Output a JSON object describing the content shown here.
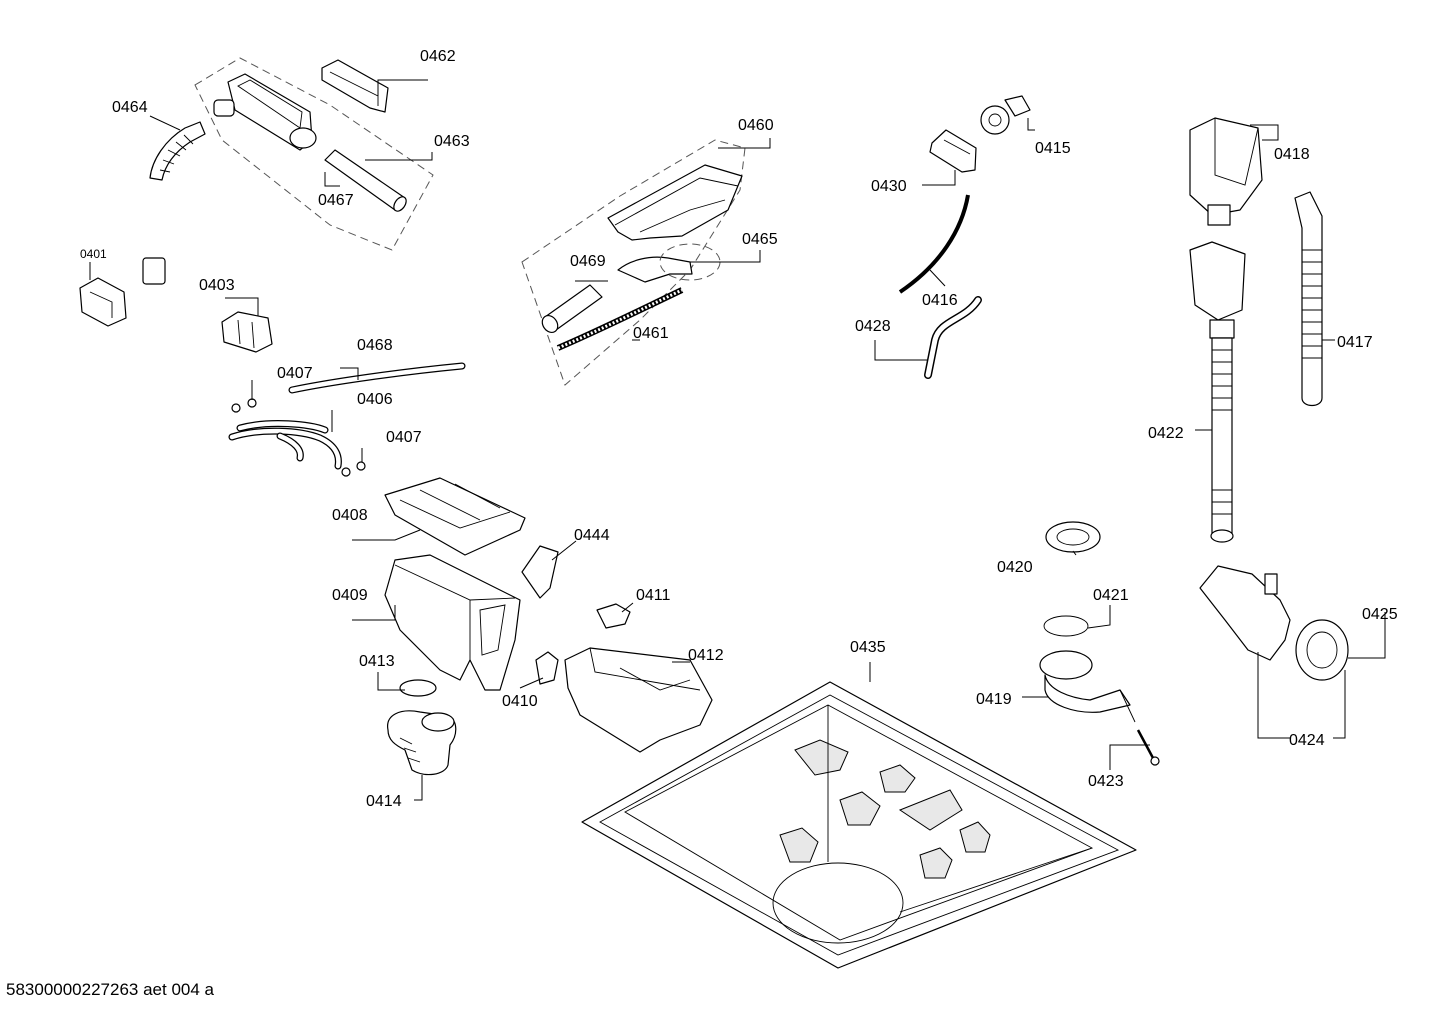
{
  "document_id": "58300000227263 aet 004 a",
  "callouts": {
    "c0401": "0401",
    "c0403": "0403",
    "c0406": "0406",
    "c0407a": "0407",
    "c0407b": "0407",
    "c0408": "0408",
    "c0409": "0409",
    "c0410": "0410",
    "c0411": "0411",
    "c0412": "0412",
    "c0413": "0413",
    "c0414": "0414",
    "c0415": "0415",
    "c0416": "0416",
    "c0417": "0417",
    "c0418": "0418",
    "c0419": "0419",
    "c0420": "0420",
    "c0421": "0421",
    "c0422": "0422",
    "c0423": "0423",
    "c0424": "0424",
    "c0425": "0425",
    "c0428": "0428",
    "c0430": "0430",
    "c0435": "0435",
    "c0444": "0444",
    "c0460": "0460",
    "c0461": "0461",
    "c0462": "0462",
    "c0463": "0463",
    "c0464": "0464",
    "c0465": "0465",
    "c0467": "0467",
    "c0468": "0468",
    "c0469": "0469"
  }
}
